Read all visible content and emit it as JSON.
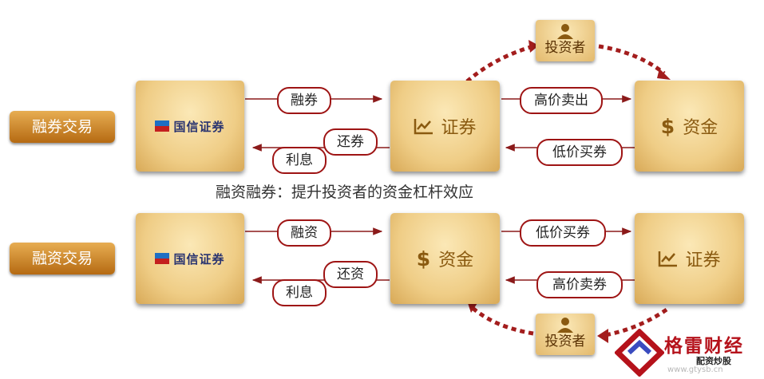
{
  "top_section": {
    "side_label": "融券交易",
    "brand_name": "国信证券",
    "center_node": {
      "icon": "chart-up-icon",
      "label": "证券"
    },
    "right_node": {
      "icon": "dollar-icon",
      "label": "资金"
    },
    "investor": {
      "icon": "person-icon",
      "label": "投资者"
    },
    "arrow_labels": {
      "to_center": "融券",
      "back_primary": "还券",
      "back_secondary": "利息",
      "sell": "高价卖出",
      "buy": "低价买券"
    }
  },
  "caption": "融资融券：提升投资者的资金杠杆效应",
  "bottom_section": {
    "side_label": "融资交易",
    "brand_name": "国信证券",
    "center_node": {
      "icon": "dollar-icon",
      "label": "资金"
    },
    "right_node": {
      "icon": "chart-up-icon",
      "label": "证券"
    },
    "investor": {
      "icon": "person-icon",
      "label": "投资者"
    },
    "arrow_labels": {
      "to_center": "融资",
      "back_primary": "还资",
      "back_secondary": "利息",
      "buy": "低价买券",
      "sell": "高价卖券"
    }
  },
  "watermark": {
    "title": "格雷财经",
    "subtitle": "配资炒股",
    "url": "www.gtysb.cn"
  },
  "colors": {
    "arrow_dark_red": "#8b1a1a",
    "pill_border": "#9e1414",
    "card_gold": "#efcd86",
    "node_text": "#8a5a10",
    "side_label_orange": "#c9802a",
    "watermark_red": "#b5121b"
  }
}
